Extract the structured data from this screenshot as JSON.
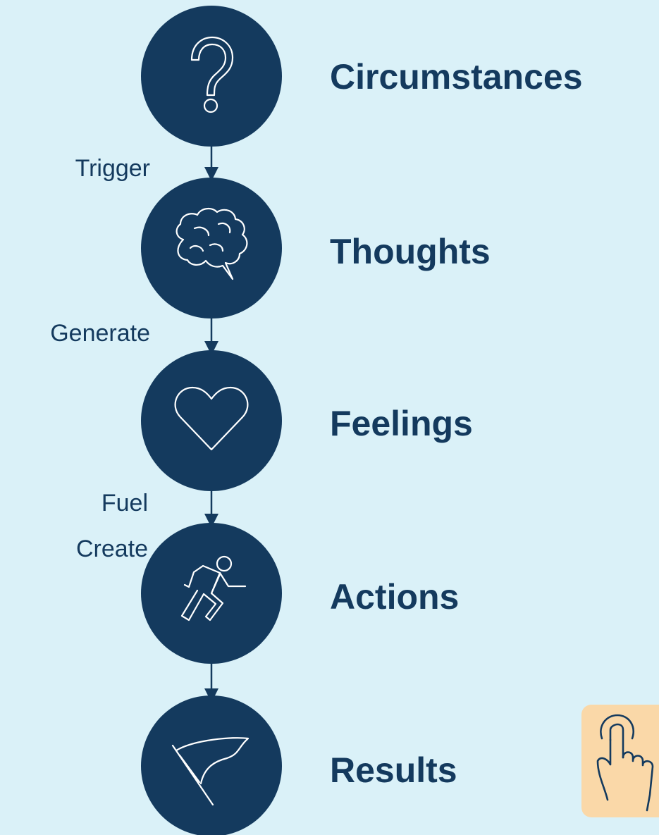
{
  "colors": {
    "background": "#daf1f8",
    "node_fill": "#143a5e",
    "text": "#143a5e",
    "icon_stroke": "#ffffff",
    "tap_button_fill": "#fad8a8"
  },
  "steps": [
    {
      "title": "Circumstances",
      "icon": "question-mark-icon"
    },
    {
      "title": "Thoughts",
      "icon": "brain-icon"
    },
    {
      "title": "Feelings",
      "icon": "heart-icon"
    },
    {
      "title": "Actions",
      "icon": "running-person-icon"
    },
    {
      "title": "Results",
      "icon": "flag-icon"
    }
  ],
  "connectors": [
    {
      "label": "Trigger"
    },
    {
      "label": "Generate"
    },
    {
      "label": "Fuel"
    },
    {
      "label": "Create"
    }
  ],
  "tap_button": {
    "icon": "tap-hand-icon"
  }
}
